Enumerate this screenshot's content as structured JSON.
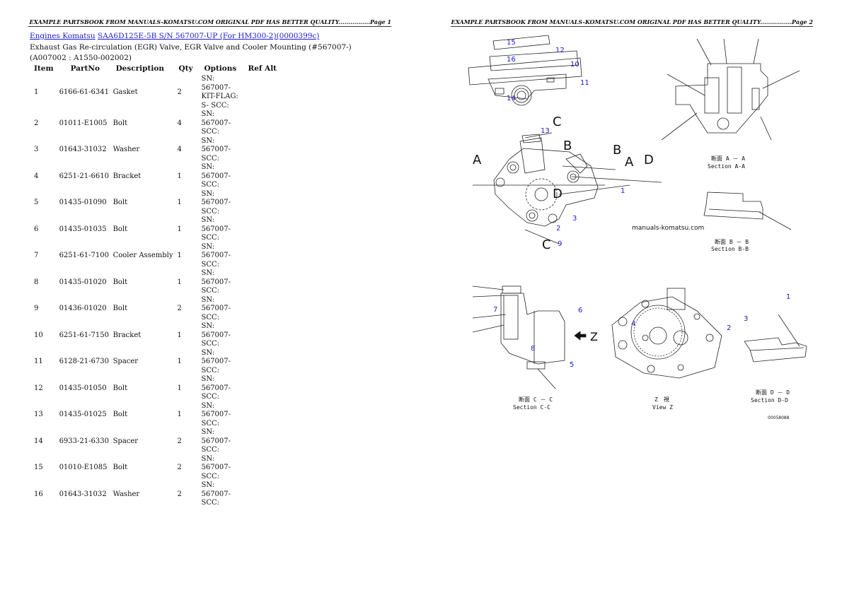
{
  "page1": {
    "header": "EXAMPLE PARTSBOOK FROM MANUALS-KOMATSU.COM ORIGINAL PDF HAS BETTER QUALITY................Page 1",
    "breadcrumb": [
      {
        "label": "Engines Komatsu"
      },
      {
        "label": "SAA6D125E-5B S/N 567007-UP (For HM300-2)(0000399c)"
      }
    ],
    "subtitle": "Exhaust Gas Re-circulation (EGR) Valve, EGR Valve and Cooler Mounting (#567007-)(A007002 : A1550-002002)",
    "table": {
      "headers": [
        "Item",
        "PartNo",
        "Description",
        "Qty",
        "Options",
        "Ref Alt"
      ],
      "rows": [
        {
          "item": "1",
          "partno": "6166-61-6341",
          "description": "Gasket",
          "qty": "2",
          "options": "SN: 567007- KIT-FLAG: S- SCC:"
        },
        {
          "item": "2",
          "partno": "01011-E1005",
          "description": "Bolt",
          "qty": "4",
          "options": "SN: 567007- SCC:"
        },
        {
          "item": "3",
          "partno": "01643-31032",
          "description": "Washer",
          "qty": "4",
          "options": "SN: 567007- SCC:"
        },
        {
          "item": "4",
          "partno": "6251-21-6610",
          "description": "Bracket",
          "qty": "1",
          "options": "SN: 567007- SCC:"
        },
        {
          "item": "5",
          "partno": "01435-01090",
          "description": "Bolt",
          "qty": "1",
          "options": "SN: 567007- SCC:"
        },
        {
          "item": "6",
          "partno": "01435-01035",
          "description": "Bolt",
          "qty": "1",
          "options": "SN: 567007- SCC:"
        },
        {
          "item": "7",
          "partno": "6251-61-7100",
          "description": "Cooler Assembly",
          "qty": "1",
          "options": "SN: 567007- SCC:"
        },
        {
          "item": "8",
          "partno": "01435-01020",
          "description": "Bolt",
          "qty": "1",
          "options": "SN: 567007- SCC:"
        },
        {
          "item": "9",
          "partno": "01436-01020",
          "description": "Bolt",
          "qty": "2",
          "options": "SN: 567007- SCC:"
        },
        {
          "item": "10",
          "partno": "6251-61-7150",
          "description": "Bracket",
          "qty": "1",
          "options": "SN: 567007- SCC:"
        },
        {
          "item": "11",
          "partno": "6128-21-6730",
          "description": "Spacer",
          "qty": "1",
          "options": "SN: 567007- SCC:"
        },
        {
          "item": "12",
          "partno": "01435-01050",
          "description": "Bolt",
          "qty": "1",
          "options": "SN: 567007- SCC:"
        },
        {
          "item": "13",
          "partno": "01435-01025",
          "description": "Bolt",
          "qty": "1",
          "options": "SN: 567007- SCC:"
        },
        {
          "item": "14",
          "partno": "6933-21-6330",
          "description": "Spacer",
          "qty": "2",
          "options": "SN: 567007- SCC:"
        },
        {
          "item": "15",
          "partno": "01010-E1085",
          "description": "Bolt",
          "qty": "2",
          "options": "SN: 567007- SCC:"
        },
        {
          "item": "16",
          "partno": "01643-31032",
          "description": "Washer",
          "qty": "2",
          "options": "SN: 567007- SCC:"
        }
      ]
    }
  },
  "page2": {
    "header": "EXAMPLE PARTSBOOK FROM MANUALS-KOMATSU.COM ORIGINAL PDF HAS BETTER QUALITY................Page 2",
    "diagram": {
      "watermark": "manuals-komatsu.com",
      "section_aa": {
        "jp": "断面 A － A",
        "en": "Section A-A"
      },
      "section_bb": {
        "jp": "断面 B － B",
        "en": "Section B-B"
      },
      "section_cc": {
        "jp": "断面 C － C",
        "en": "Section C-C"
      },
      "view_z": {
        "jp": "Z　視",
        "en": "View Z"
      },
      "section_dd": {
        "jp": "断面 D － D",
        "en": "Section D-D"
      },
      "figure_code": "00058088",
      "view_letters": {
        "a": "A",
        "b": "B",
        "c": "C",
        "d": "D",
        "z": "Z"
      },
      "callouts": [
        "1",
        "2",
        "3",
        "4",
        "5",
        "6",
        "7",
        "8",
        "9",
        "10",
        "11",
        "12",
        "13",
        "14",
        "15",
        "16"
      ]
    }
  }
}
